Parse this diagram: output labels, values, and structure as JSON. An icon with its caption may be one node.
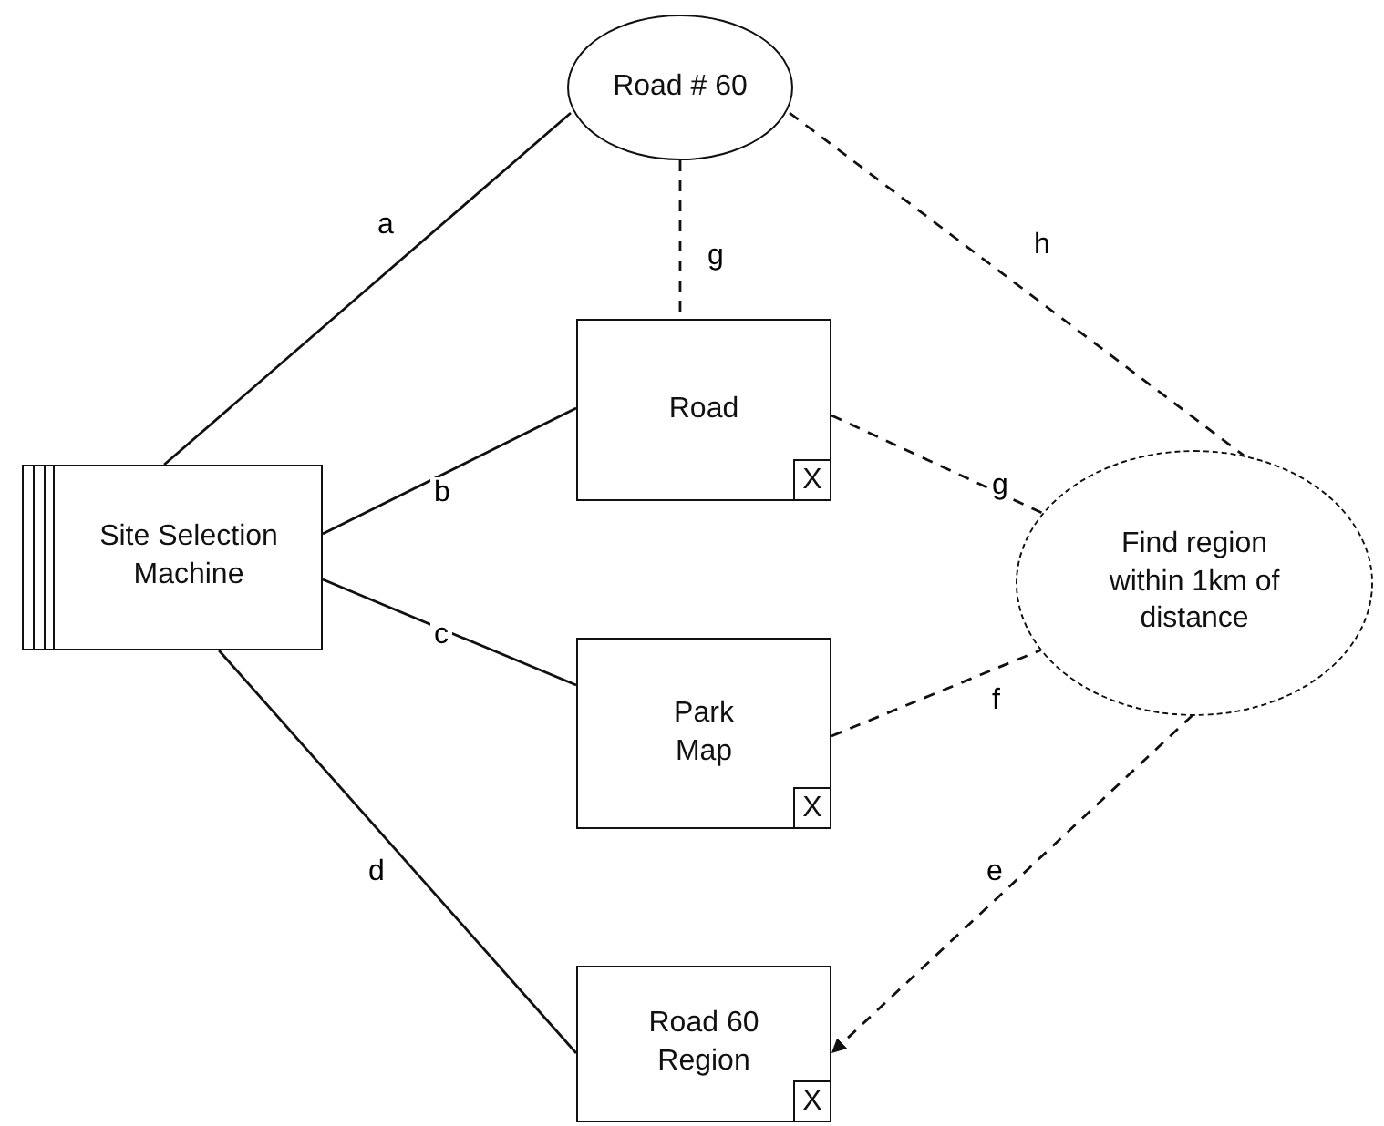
{
  "diagram": {
    "nodes": [
      {
        "text": [
          "Road # 60"
        ]
      },
      {
        "text": [
          "Site Selection Machine"
        ]
      },
      {
        "text": [
          "Road",
          "X"
        ]
      },
      {
        "text": [
          "Find region within 1km of distance"
        ]
      },
      {
        "text": [
          "Park Map",
          "X"
        ]
      },
      {
        "text": [
          "Road 60 Region",
          "X"
        ]
      }
    ],
    "edges": [
      {
        "from": 1,
        "to": 0,
        "arrow": "none",
        "label": "a"
      },
      {
        "from": 1,
        "to": 2,
        "arrow": "none",
        "label": "b"
      },
      {
        "from": 1,
        "to": 4,
        "arrow": "none",
        "label": "c"
      },
      {
        "from": 1,
        "to": 5,
        "arrow": "none",
        "label": "d"
      },
      {
        "from": 0,
        "to": 2,
        "arrow": "none",
        "label": "g",
        "style": "dashed"
      },
      {
        "from": 2,
        "to": 3,
        "arrow": "none",
        "label": "g",
        "style": "dashed"
      },
      {
        "from": 4,
        "to": 3,
        "arrow": "none",
        "label": "f",
        "style": "dashed"
      },
      {
        "from": 3,
        "to": 5,
        "arrow": "to",
        "label": "e",
        "style": "dashed"
      },
      {
        "from": 0,
        "to": 3,
        "arrow": "none",
        "label": "h",
        "style": "dashed"
      }
    ]
  }
}
